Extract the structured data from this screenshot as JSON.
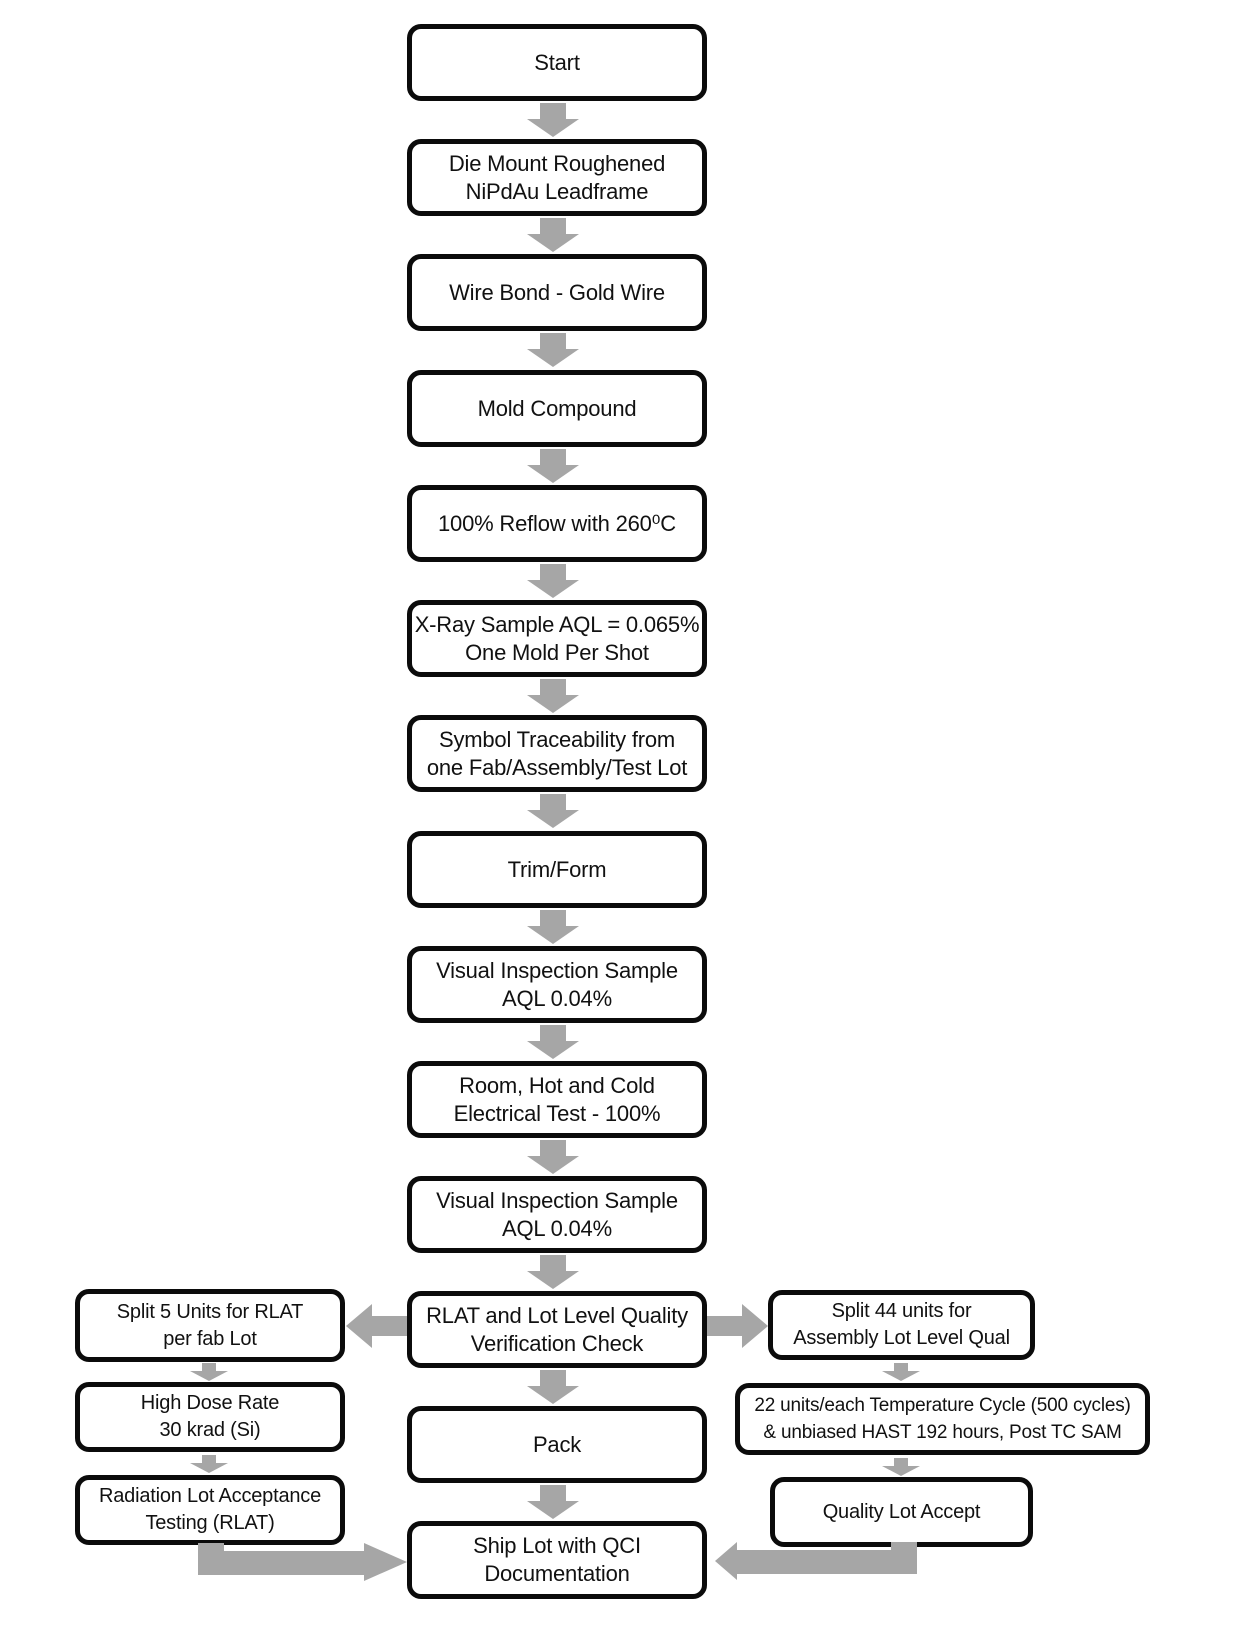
{
  "palette": {
    "arrow_gray": "#a6a6a6",
    "box_border": "#0b0b0b",
    "box_fill": "#ffffff",
    "text": "#111111"
  },
  "flow": {
    "main": [
      {
        "id": "start",
        "lines": [
          "Start"
        ]
      },
      {
        "id": "die-mount",
        "lines": [
          "Die Mount Roughened",
          "NiPdAu Leadframe"
        ]
      },
      {
        "id": "wire-bond",
        "lines": [
          "Wire Bond - Gold Wire"
        ]
      },
      {
        "id": "mold-compound",
        "lines": [
          "Mold Compound"
        ]
      },
      {
        "id": "reflow",
        "lines": [
          "100% Reflow with 260⁰C"
        ]
      },
      {
        "id": "xray-sample",
        "lines": [
          "X-Ray Sample AQL = 0.065%",
          "One Mold Per Shot"
        ]
      },
      {
        "id": "symbol-traceability",
        "lines": [
          "Symbol Traceability from",
          "one Fab/Assembly/Test Lot"
        ]
      },
      {
        "id": "trim-form",
        "lines": [
          "Trim/Form"
        ]
      },
      {
        "id": "visual-inspection-1",
        "lines": [
          "Visual Inspection Sample",
          "AQL 0.04%"
        ]
      },
      {
        "id": "electrical-test",
        "lines": [
          "Room, Hot and Cold",
          "Electrical Test - 100%"
        ]
      },
      {
        "id": "visual-inspection-2",
        "lines": [
          "Visual Inspection Sample",
          "AQL 0.04%"
        ]
      },
      {
        "id": "rlat-verification",
        "lines": [
          "RLAT and Lot Level Quality",
          "Verification Check"
        ]
      },
      {
        "id": "pack",
        "lines": [
          "Pack"
        ]
      },
      {
        "id": "ship-lot",
        "lines": [
          "Ship Lot with QCI",
          "Documentation"
        ]
      }
    ],
    "left_branch": [
      {
        "id": "split-5-rlat",
        "lines": [
          "Split 5 Units for RLAT",
          "per fab Lot"
        ]
      },
      {
        "id": "high-dose-rate",
        "lines": [
          "High Dose Rate",
          "30 krad (Si)"
        ]
      },
      {
        "id": "rlat-testing",
        "lines": [
          "Radiation Lot Acceptance",
          "Testing (RLAT)"
        ]
      }
    ],
    "right_branch": [
      {
        "id": "split-44",
        "lines": [
          "Split 44 units for",
          "Assembly Lot Level Qual"
        ]
      },
      {
        "id": "tc-hast",
        "lines": [
          "22 units/each Temperature Cycle (500 cycles)",
          "& unbiased HAST 192 hours, Post TC SAM"
        ]
      },
      {
        "id": "quality-lot-accept",
        "lines": [
          "Quality Lot Accept"
        ]
      }
    ],
    "edges": [
      {
        "from": "start",
        "to": "die-mount"
      },
      {
        "from": "die-mount",
        "to": "wire-bond"
      },
      {
        "from": "wire-bond",
        "to": "mold-compound"
      },
      {
        "from": "mold-compound",
        "to": "reflow"
      },
      {
        "from": "reflow",
        "to": "xray-sample"
      },
      {
        "from": "xray-sample",
        "to": "symbol-traceability"
      },
      {
        "from": "symbol-traceability",
        "to": "trim-form"
      },
      {
        "from": "trim-form",
        "to": "visual-inspection-1"
      },
      {
        "from": "visual-inspection-1",
        "to": "electrical-test"
      },
      {
        "from": "electrical-test",
        "to": "visual-inspection-2"
      },
      {
        "from": "visual-inspection-2",
        "to": "rlat-verification"
      },
      {
        "from": "rlat-verification",
        "to": "split-5-rlat"
      },
      {
        "from": "rlat-verification",
        "to": "split-44"
      },
      {
        "from": "rlat-verification",
        "to": "pack"
      },
      {
        "from": "pack",
        "to": "ship-lot"
      },
      {
        "from": "split-5-rlat",
        "to": "high-dose-rate"
      },
      {
        "from": "high-dose-rate",
        "to": "rlat-testing"
      },
      {
        "from": "rlat-testing",
        "to": "ship-lot"
      },
      {
        "from": "split-44",
        "to": "tc-hast"
      },
      {
        "from": "tc-hast",
        "to": "quality-lot-accept"
      },
      {
        "from": "quality-lot-accept",
        "to": "ship-lot"
      }
    ]
  }
}
